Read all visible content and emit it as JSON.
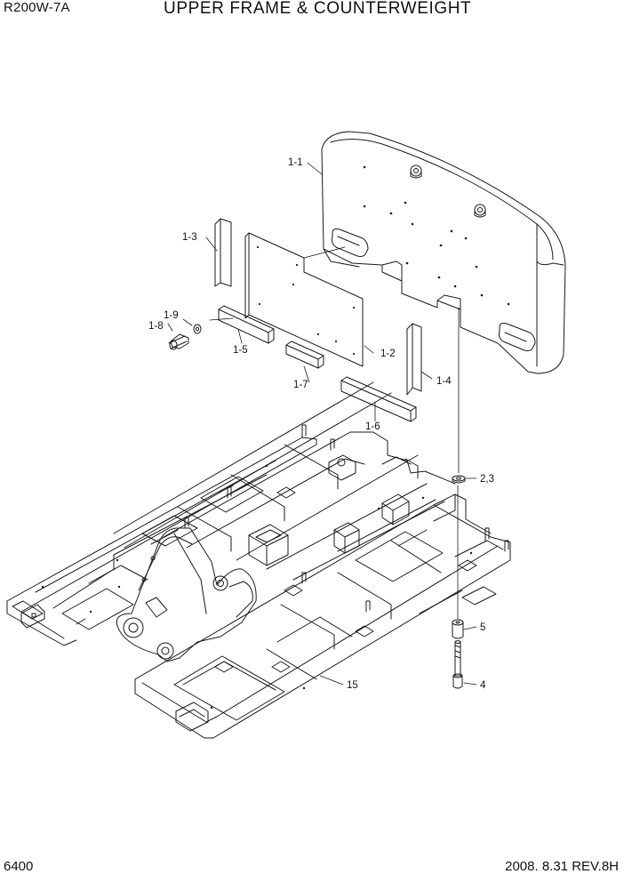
{
  "header": {
    "model": "R200W-7A",
    "title": "UPPER FRAME & COUNTERWEIGHT"
  },
  "footer": {
    "page_number": "6400",
    "date_revision": "2008. 8.31  REV.8H"
  },
  "callouts": {
    "c1_1": "1-1",
    "c1_2": "1-2",
    "c1_3": "1-3",
    "c1_4": "1-4",
    "c1_5": "1-5",
    "c1_6": "1-6",
    "c1_7": "1-7",
    "c1_8": "1-8",
    "c1_9": "1-9",
    "c2_3": "2,3",
    "c4": "4",
    "c5": "5",
    "c15": "15"
  },
  "colors": {
    "line": "#1a1a1a",
    "paper": "#ffffff"
  }
}
